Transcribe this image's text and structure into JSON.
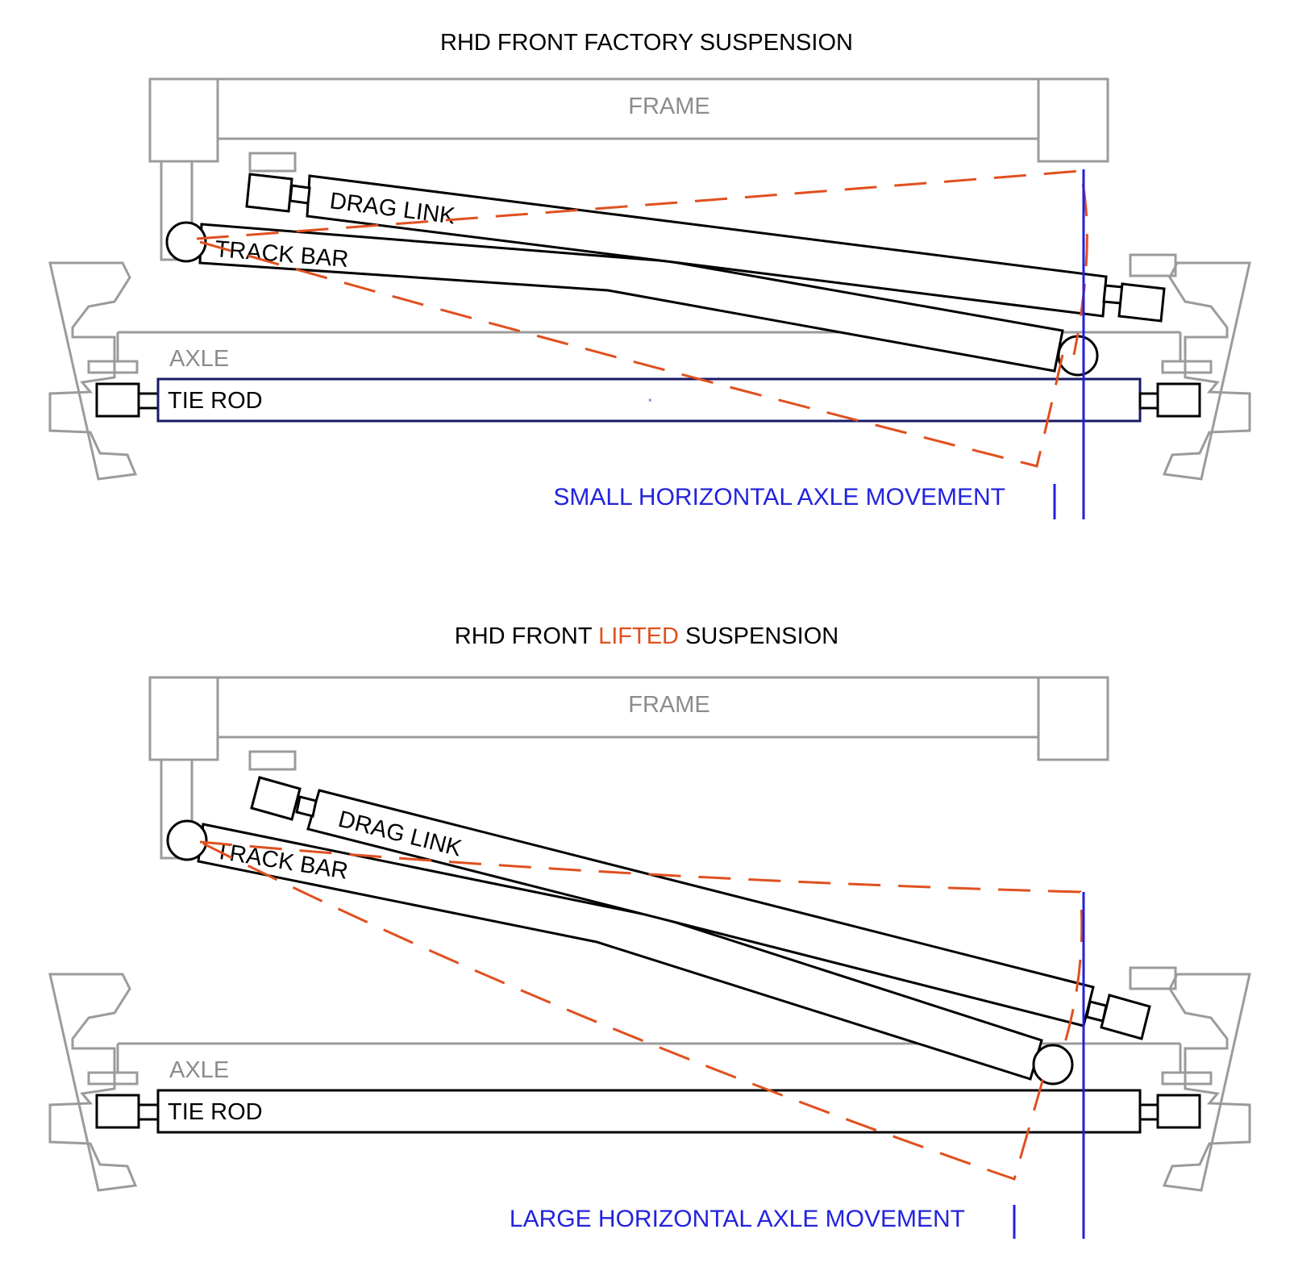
{
  "colors": {
    "frame_gray": "#9b9b9b",
    "link_black": "#000000",
    "arc_orange": "#e0501f",
    "axle_blue": "#2020e0"
  },
  "panels": [
    {
      "title_parts": [
        "RHD FRONT ",
        "FACTORY",
        " SUSPENSION"
      ],
      "labels": {
        "frame": "FRAME",
        "axle": "AXLE",
        "drag_link": "DRAG LINK",
        "track_bar": "TRACK BAR",
        "tie_rod": "TIE ROD"
      },
      "movement_label": "SMALL HORIZONTAL AXLE MOVEMENT"
    },
    {
      "title_parts": [
        "RHD FRONT ",
        "LIFTED",
        " SUSPENSION"
      ],
      "labels": {
        "frame": "FRAME",
        "axle": "AXLE",
        "drag_link": "DRAG LINK",
        "track_bar": "TRACK BAR",
        "tie_rod": "TIE ROD"
      },
      "movement_label": "LARGE HORIZONTAL AXLE MOVEMENT"
    }
  ]
}
